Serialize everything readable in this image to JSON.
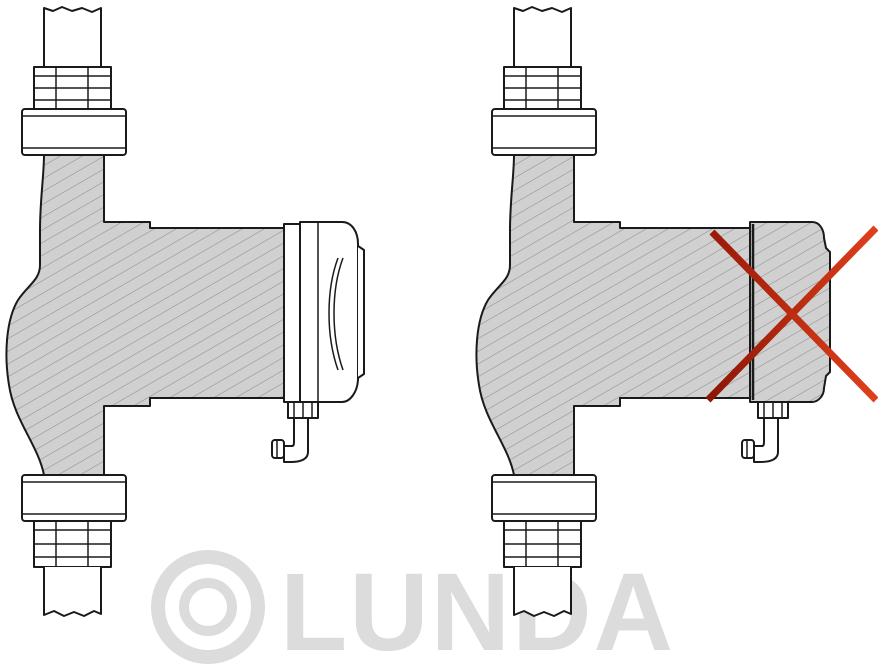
{
  "figure": {
    "left_panel": {
      "motor_orientation": "horizontal",
      "status": "correct"
    },
    "right_panel": {
      "motor_orientation": "horizontal",
      "status": "incorrect",
      "mark": "cross-mark"
    }
  },
  "watermark": {
    "text": "LUNDA",
    "logo": "ring-logo",
    "color": "#dcdcdc"
  },
  "colors": {
    "pump_fill": "#d0d0d0",
    "hatch": "#8e8e8e",
    "outline": "#1a1a1a",
    "cross_light": "#e0401c",
    "cross_dark": "#8a1505"
  }
}
